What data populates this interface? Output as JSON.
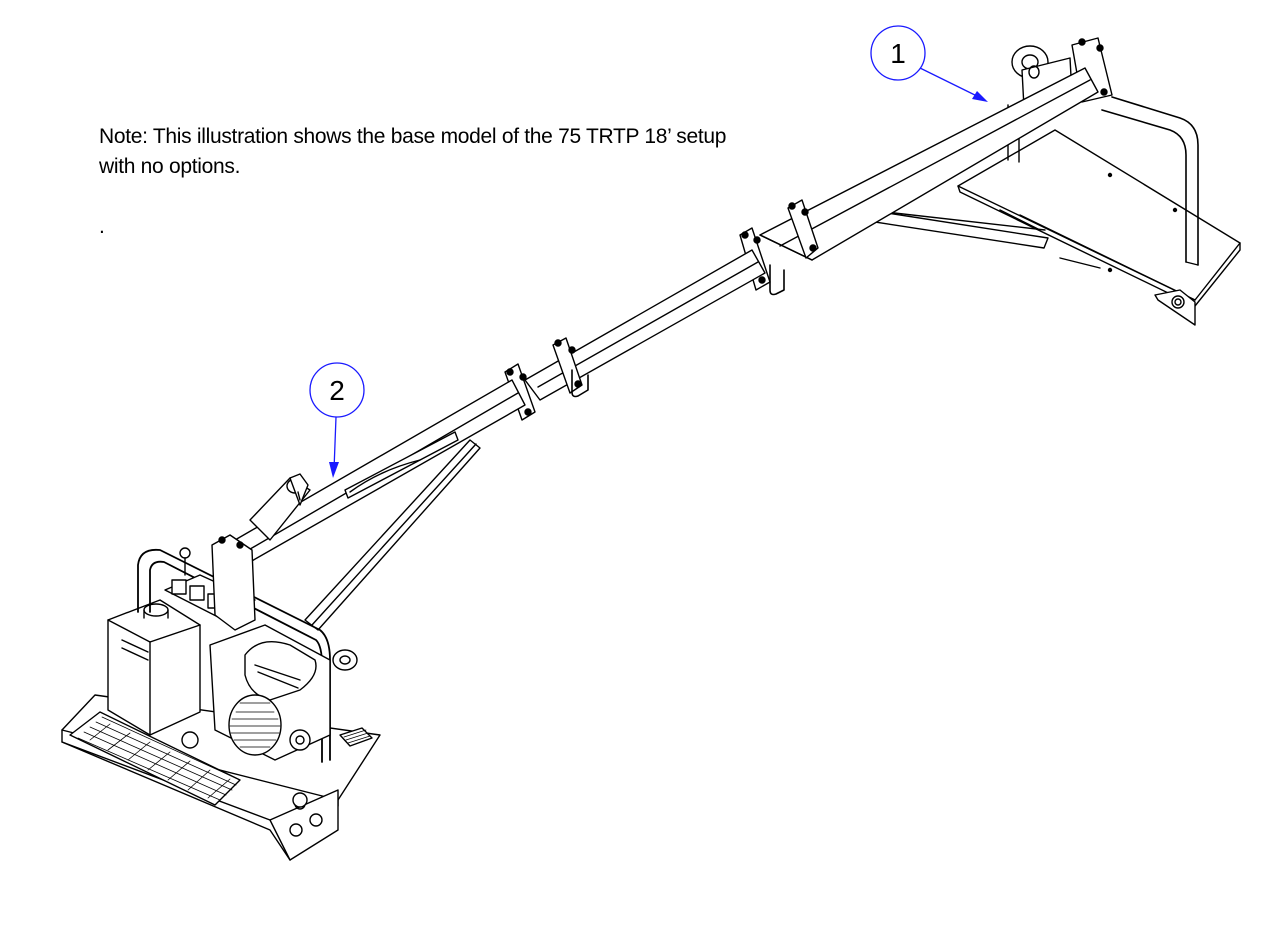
{
  "note": {
    "line1": "Note: This illustration shows the base model of the 75 TRTP 18’ setup",
    "line2": "with no options.",
    "trailing": "."
  },
  "callouts": [
    {
      "label": "1",
      "part": "boom-section-1"
    },
    {
      "label": "2",
      "part": "boom-section-2"
    }
  ],
  "colors": {
    "line": "#000000",
    "leader": "#1a1aff",
    "background": "#ffffff"
  }
}
